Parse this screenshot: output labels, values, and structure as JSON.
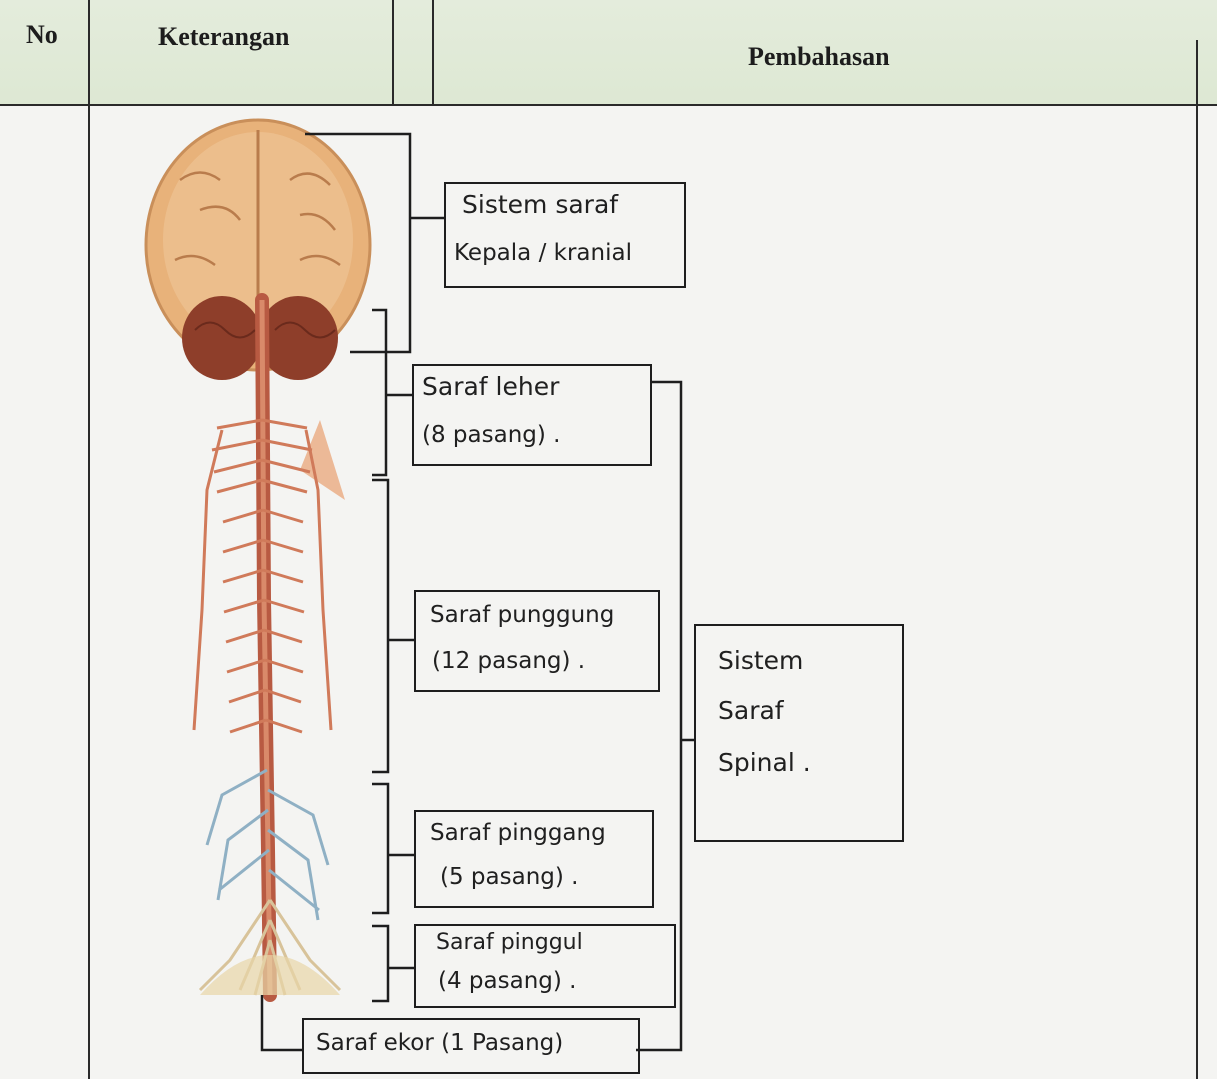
{
  "table": {
    "headers": {
      "no": "No",
      "keterangan": "Keterangan",
      "pembahasan": "Pembahasan"
    }
  },
  "labels": {
    "cranial": [
      "Sistem saraf",
      "Kepala / kranial"
    ],
    "neck": [
      "Saraf leher",
      "(8 pasang) ."
    ],
    "back": [
      "Saraf punggung",
      "(12 pasang) ."
    ],
    "waist": [
      "Saraf pinggang",
      "(5 pasang) ."
    ],
    "hip": [
      "Saraf pinggul",
      "(4 pasang) ."
    ],
    "tail": [
      "Saraf ekor (1 Pasang)"
    ],
    "spinal": [
      "Sistem",
      "Saraf",
      "Spinal ."
    ]
  },
  "colors": {
    "header": "#dde8d3",
    "paper": "#f4f4f2",
    "ink": "#1e1e1e",
    "brain": "#e8b27a",
    "cord": "#b85a42"
  }
}
